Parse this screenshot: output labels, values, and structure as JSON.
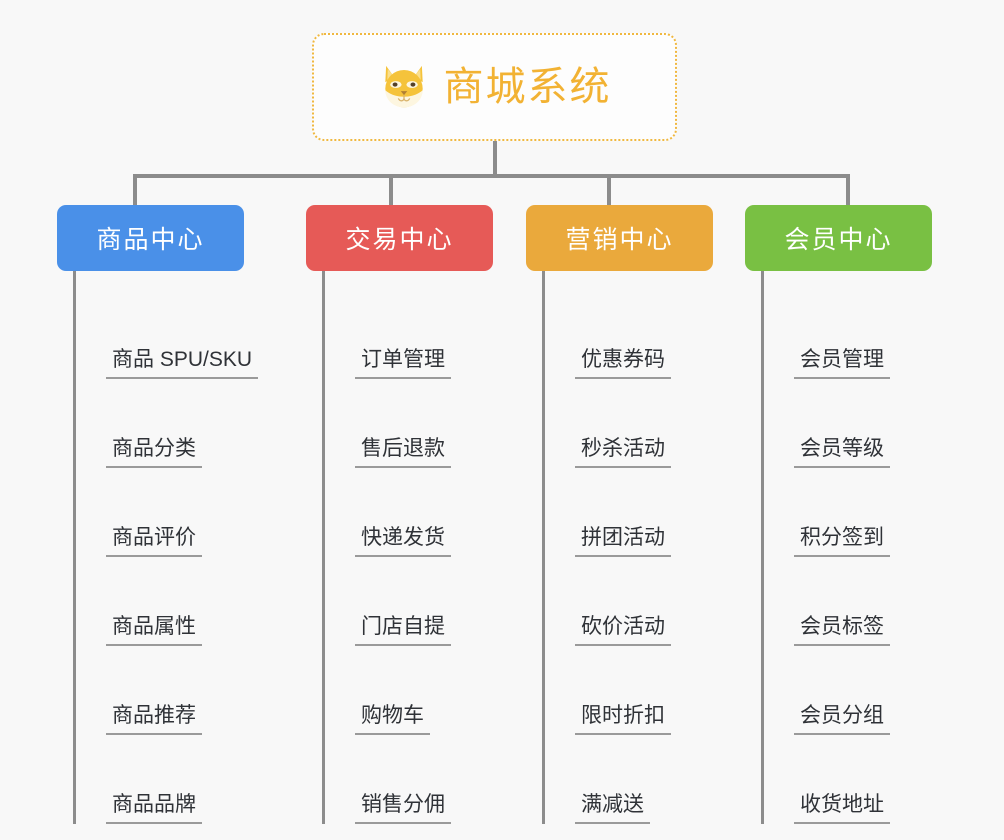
{
  "background_color": "#f8f8f8",
  "root": {
    "title": "商城系统",
    "icon": "shiba-dog-face-icon",
    "border_color": "#f0b840",
    "text_color": "#f2b233"
  },
  "connector_color": "#8c8c8c",
  "branches": [
    {
      "label": "商品中心",
      "color": "#4a90e8",
      "items": [
        "商品 SPU/SKU",
        "商品分类",
        "商品评价",
        "商品属性",
        "商品推荐",
        "商品品牌"
      ]
    },
    {
      "label": "交易中心",
      "color": "#e65a57",
      "items": [
        "订单管理",
        "售后退款",
        "快递发货",
        "门店自提",
        "购物车",
        "销售分佣"
      ]
    },
    {
      "label": "营销中心",
      "color": "#eaa93c",
      "items": [
        "优惠券码",
        "秒杀活动",
        "拼团活动",
        "砍价活动",
        "限时折扣",
        "满减送"
      ]
    },
    {
      "label": "会员中心",
      "color": "#79c043",
      "items": [
        "会员管理",
        "会员等级",
        "积分签到",
        "会员标签",
        "会员分组",
        "收货地址"
      ]
    }
  ]
}
